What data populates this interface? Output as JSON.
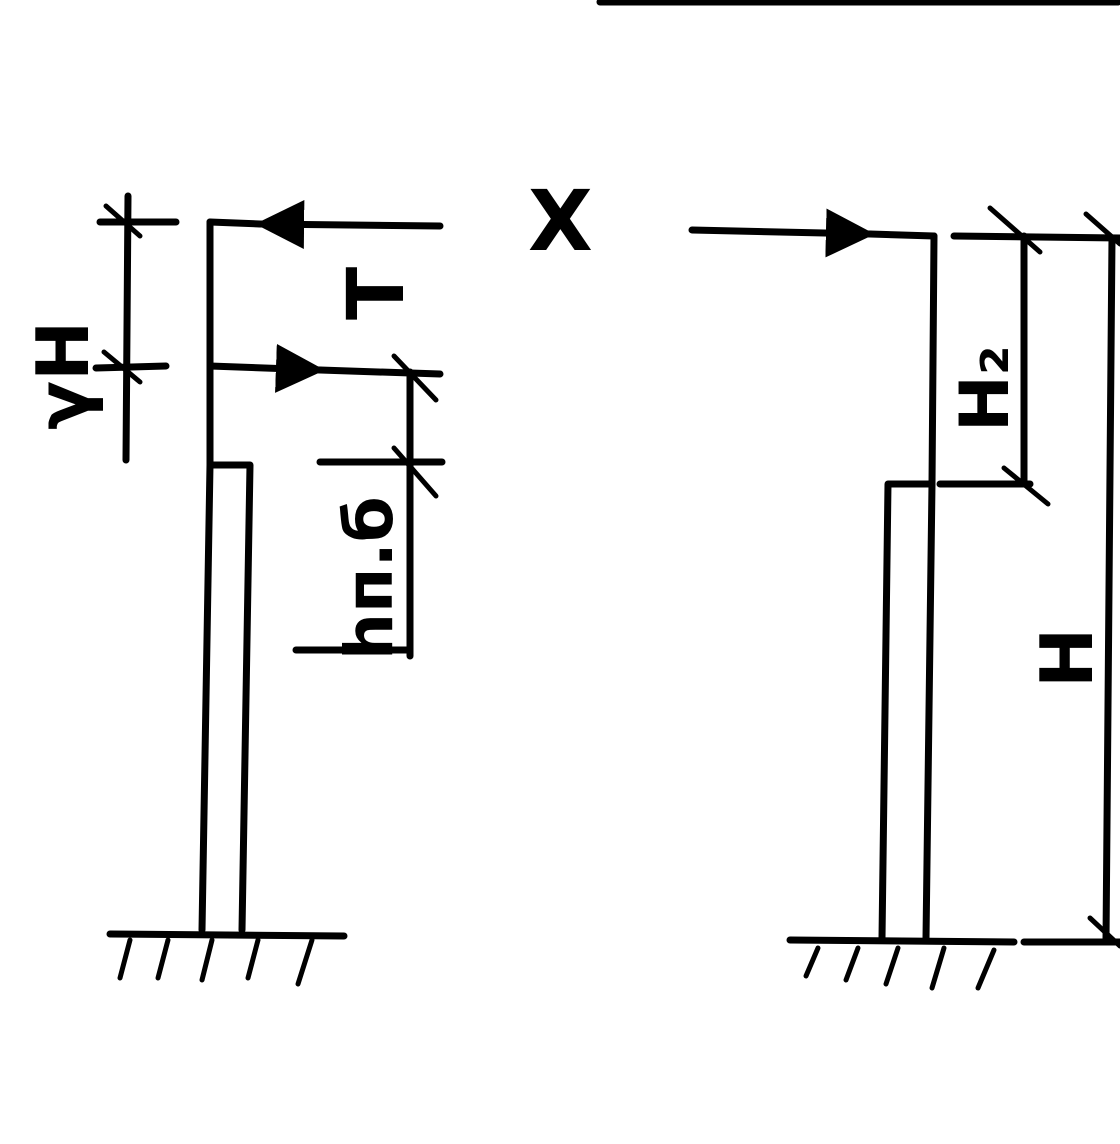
{
  "labels": {
    "unknown": "X",
    "force": "T",
    "left_top_dim": "γH",
    "left_bottom_dim": "hп.б",
    "right_top_dim": "H₂",
    "right_full_dim": "H"
  }
}
